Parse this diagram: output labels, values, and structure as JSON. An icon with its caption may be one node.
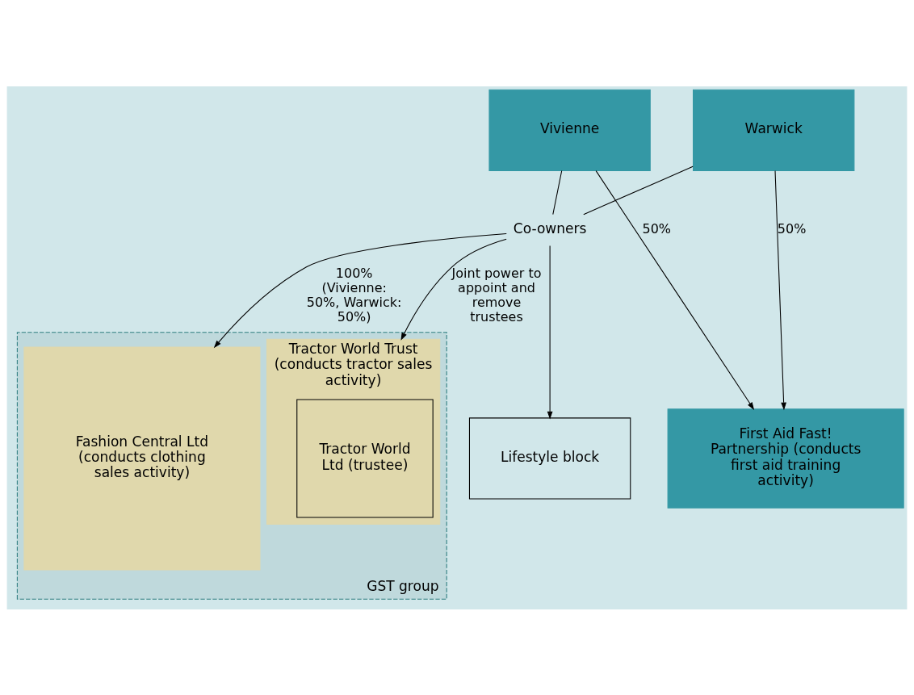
{
  "diagram": {
    "nodes": [
      {
        "text": [
          "Vivienne"
        ]
      },
      {
        "text": [
          "Warwick"
        ]
      },
      {
        "text": [
          "First Aid Fast! Partnership (conducts first aid training activity)"
        ]
      },
      {
        "text": [
          "Co-owners"
        ]
      },
      {
        "text": [
          "Lifestyle block"
        ]
      },
      {
        "text": [
          "GST group"
        ]
      },
      {
        "text": [
          "Tractor World Trust",
          "(conducts tractor sales activity)"
        ],
        "in": 5
      },
      {
        "text": [
          "Tractor World Ltd (trustee)"
        ],
        "in": 6
      },
      {
        "text": [
          "Fashion Central Ltd (conducts clothing sales activity)"
        ],
        "in": 5
      }
    ],
    "edges": [
      {
        "from": 0,
        "to": 2,
        "arrow": "to",
        "label": "50%"
      },
      {
        "from": 1,
        "to": 2,
        "arrow": "to",
        "label": "50%"
      },
      {
        "from": 0,
        "to": 3,
        "arrow": "none"
      },
      {
        "from": 1,
        "to": 3,
        "arrow": "none"
      },
      {
        "from": 3,
        "to": 4,
        "arrow": "to"
      },
      {
        "from": 3,
        "to": 6,
        "arrow": "to",
        "label": "Joint power to appoint and remove trustees"
      },
      {
        "from": 3,
        "to": 8,
        "arrow": "to",
        "label": "100% (Vivienne: 50%, Warwick: 50%)"
      }
    ]
  }
}
